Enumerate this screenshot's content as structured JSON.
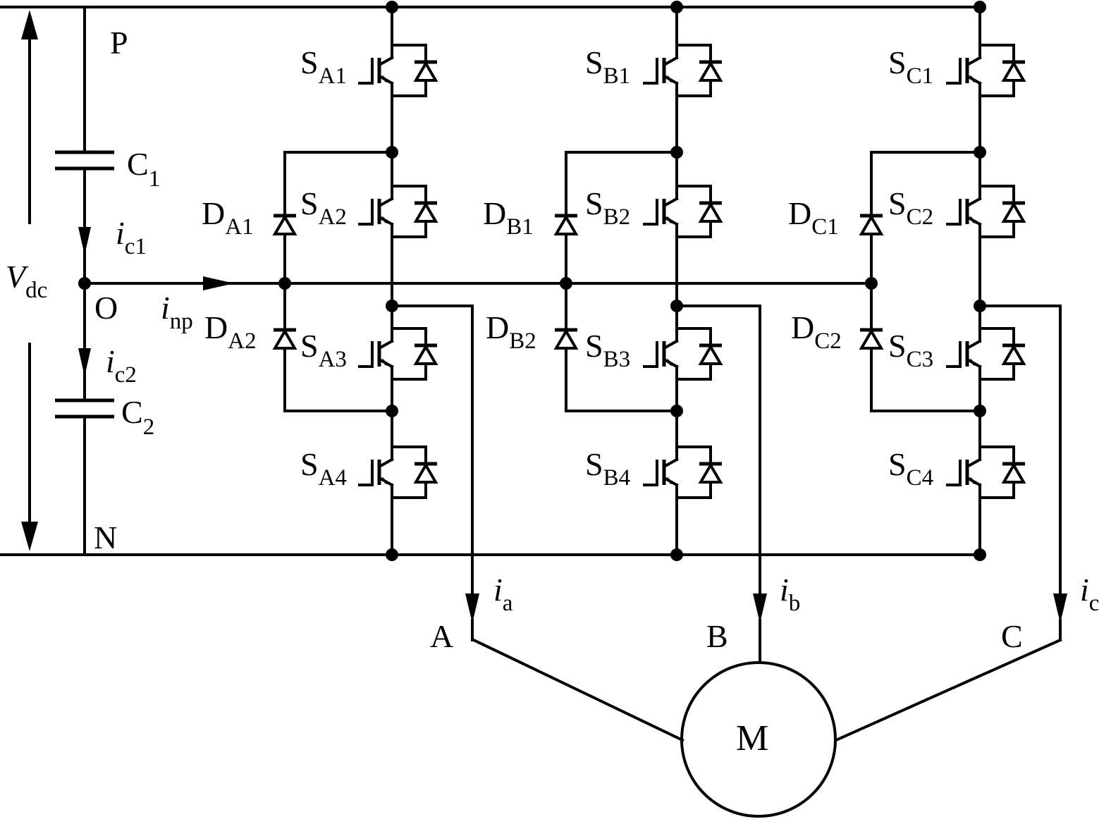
{
  "rails": {
    "p": "P",
    "o": "O",
    "n": "N"
  },
  "vdc": {
    "main": "V",
    "sub": "dc"
  },
  "capacitors": [
    {
      "main": "C",
      "sub": "1"
    },
    {
      "main": "C",
      "sub": "2"
    }
  ],
  "currents": {
    "ic1": {
      "main": "i",
      "sub": "c1"
    },
    "ic2": {
      "main": "i",
      "sub": "c2"
    },
    "inp": {
      "main": "i",
      "sub": "np"
    },
    "ia": {
      "main": "i",
      "sub": "a"
    },
    "ib": {
      "main": "i",
      "sub": "b"
    },
    "ic": {
      "main": "i",
      "sub": "c"
    }
  },
  "phases": [
    {
      "switches": [
        {
          "main": "S",
          "sub": "A1"
        },
        {
          "main": "S",
          "sub": "A2"
        },
        {
          "main": "S",
          "sub": "A3"
        },
        {
          "main": "S",
          "sub": "A4"
        }
      ],
      "clamps": [
        {
          "main": "D",
          "sub": "A1"
        },
        {
          "main": "D",
          "sub": "A2"
        }
      ],
      "output": "A"
    },
    {
      "switches": [
        {
          "main": "S",
          "sub": "B1"
        },
        {
          "main": "S",
          "sub": "B2"
        },
        {
          "main": "S",
          "sub": "B3"
        },
        {
          "main": "S",
          "sub": "B4"
        }
      ],
      "clamps": [
        {
          "main": "D",
          "sub": "B1"
        },
        {
          "main": "D",
          "sub": "B2"
        }
      ],
      "output": "B"
    },
    {
      "switches": [
        {
          "main": "S",
          "sub": "C1"
        },
        {
          "main": "S",
          "sub": "C2"
        },
        {
          "main": "S",
          "sub": "C3"
        },
        {
          "main": "S",
          "sub": "C4"
        }
      ],
      "clamps": [
        {
          "main": "D",
          "sub": "C1"
        },
        {
          "main": "D",
          "sub": "C2"
        }
      ],
      "output": "C"
    }
  ],
  "motor": {
    "label": "M"
  }
}
